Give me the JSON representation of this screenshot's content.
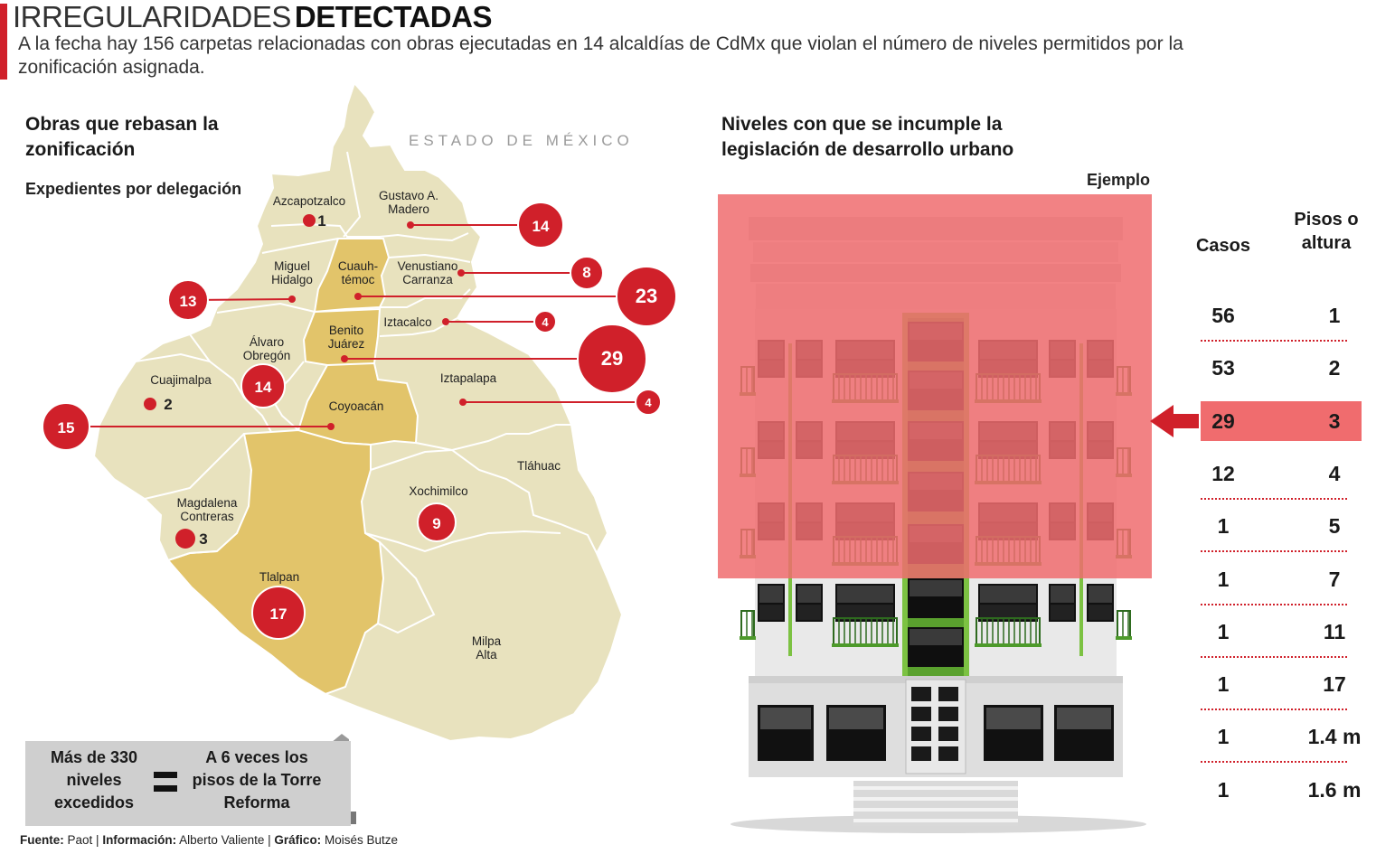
{
  "header": {
    "title_light": "IRREGULARIDADES",
    "title_bold": "DETECTADAS",
    "subtitle": "A la fecha hay 156 carpetas relacionadas con obras ejecutadas en 14 alcaldías de CdMx que violan el número de niveles permitidos por la zonificación asignada."
  },
  "map_section": {
    "heading": "Obras que rebasan la zonificación",
    "subheading": "Expedientes por delegación",
    "region_label": "ESTADO DE MÉXICO",
    "colors": {
      "land": "#e8e2be",
      "highlight": "#e2c46a",
      "border": "#ffffff",
      "marker": "#d0202a"
    },
    "delegaciones": [
      {
        "name_lines": [
          "Azcapotzalco"
        ],
        "cases": "1"
      },
      {
        "name_lines": [
          "Gustavo A.",
          "Madero"
        ],
        "cases": "14"
      },
      {
        "name_lines": [
          "Miguel",
          "Hidalgo"
        ],
        "cases": "13"
      },
      {
        "name_lines": [
          "Cuauh-",
          "témoc"
        ],
        "cases": "23"
      },
      {
        "name_lines": [
          "Venustiano",
          "Carranza"
        ],
        "cases": "8"
      },
      {
        "name_lines": [
          "Iztacalco"
        ],
        "cases": "4"
      },
      {
        "name_lines": [
          "Benito",
          "Juárez"
        ],
        "cases": "29"
      },
      {
        "name_lines": [
          "Álvaro",
          "Obregón"
        ],
        "cases": "14"
      },
      {
        "name_lines": [
          "Cuajimalpa"
        ],
        "cases": "2"
      },
      {
        "name_lines": [
          "Iztapalapa"
        ],
        "cases": "4"
      },
      {
        "name_lines": [
          "Coyoacán"
        ],
        "cases": "15"
      },
      {
        "name_lines": [
          "Tláhuac"
        ],
        "cases": ""
      },
      {
        "name_lines": [
          "Xochimilco"
        ],
        "cases": "9"
      },
      {
        "name_lines": [
          "Magdalena",
          "Contreras"
        ],
        "cases": "3"
      },
      {
        "name_lines": [
          "Tlalpan"
        ],
        "cases": "17"
      },
      {
        "name_lines": [
          "Milpa",
          "Alta"
        ],
        "cases": ""
      }
    ]
  },
  "equivalence": {
    "left": "Más de 330 niveles excedidos",
    "right": "A 6 veces los pisos de la Torre Reforma"
  },
  "footer": {
    "fuente_label": "Fuente:",
    "fuente": "Paot",
    "info_label": "Información:",
    "info": "Alberto Valiente",
    "grafico_label": "Gráfico:",
    "grafico": "Moisés Butze"
  },
  "levels_section": {
    "heading": "Niveles con que se incumple la legislación de desarrollo urbano",
    "example_label": "Ejemplo",
    "colors": {
      "overlay": "#f06c6e",
      "arrow": "#d0202a",
      "green": "#7cc242"
    },
    "table": {
      "col_cases": "Casos",
      "col_floors": "Pisos o altura",
      "highlight_index": 2,
      "rows": [
        {
          "cases": "56",
          "floors": "1"
        },
        {
          "cases": "53",
          "floors": "2"
        },
        {
          "cases": "29",
          "floors": "3"
        },
        {
          "cases": "12",
          "floors": "4"
        },
        {
          "cases": "1",
          "floors": "5"
        },
        {
          "cases": "1",
          "floors": "7"
        },
        {
          "cases": "1",
          "floors": "11"
        },
        {
          "cases": "1",
          "floors": "17"
        },
        {
          "cases": "1",
          "floors": "1.4 m"
        },
        {
          "cases": "1",
          "floors": "1.6 m"
        }
      ]
    }
  }
}
